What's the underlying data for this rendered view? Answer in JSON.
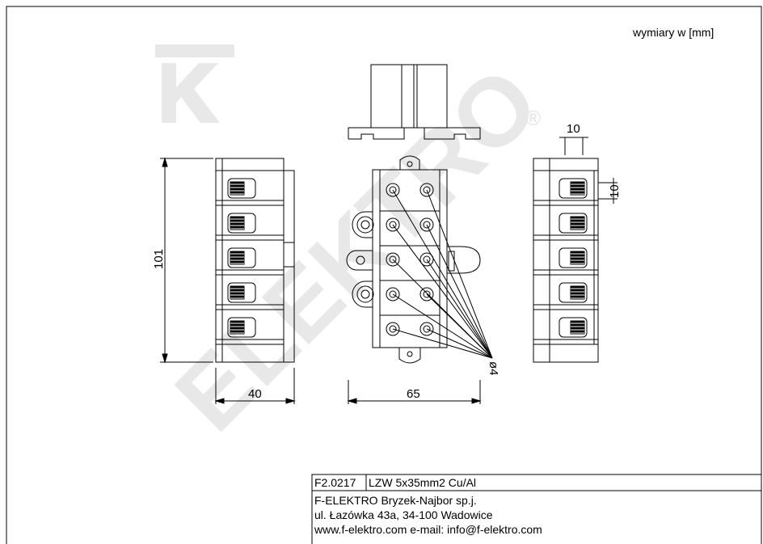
{
  "units_note": "wymiary w [mm]",
  "dimensions": {
    "width_side": "40",
    "height": "101",
    "width_front": "65",
    "terminal_pitch": "10",
    "terminal_height": "10",
    "hole_diameter": "ø4"
  },
  "watermark": {
    "logo_letter": "K",
    "text": "ELEKTRO",
    "registered_mark": "®"
  },
  "title_block": {
    "code": "F2.0217",
    "description": "LZW 5x35mm2 Cu/Al",
    "company": "F-ELEKTRO Bryzek-Najbor sp.j.",
    "address": "ul. Łazówka 43a,  34-100 Wadowice",
    "contact": "www.f-elektro.com  e-mail: info@f-elektro.com"
  },
  "colors": {
    "line": "#000000",
    "watermark": "#e6e6e6"
  }
}
